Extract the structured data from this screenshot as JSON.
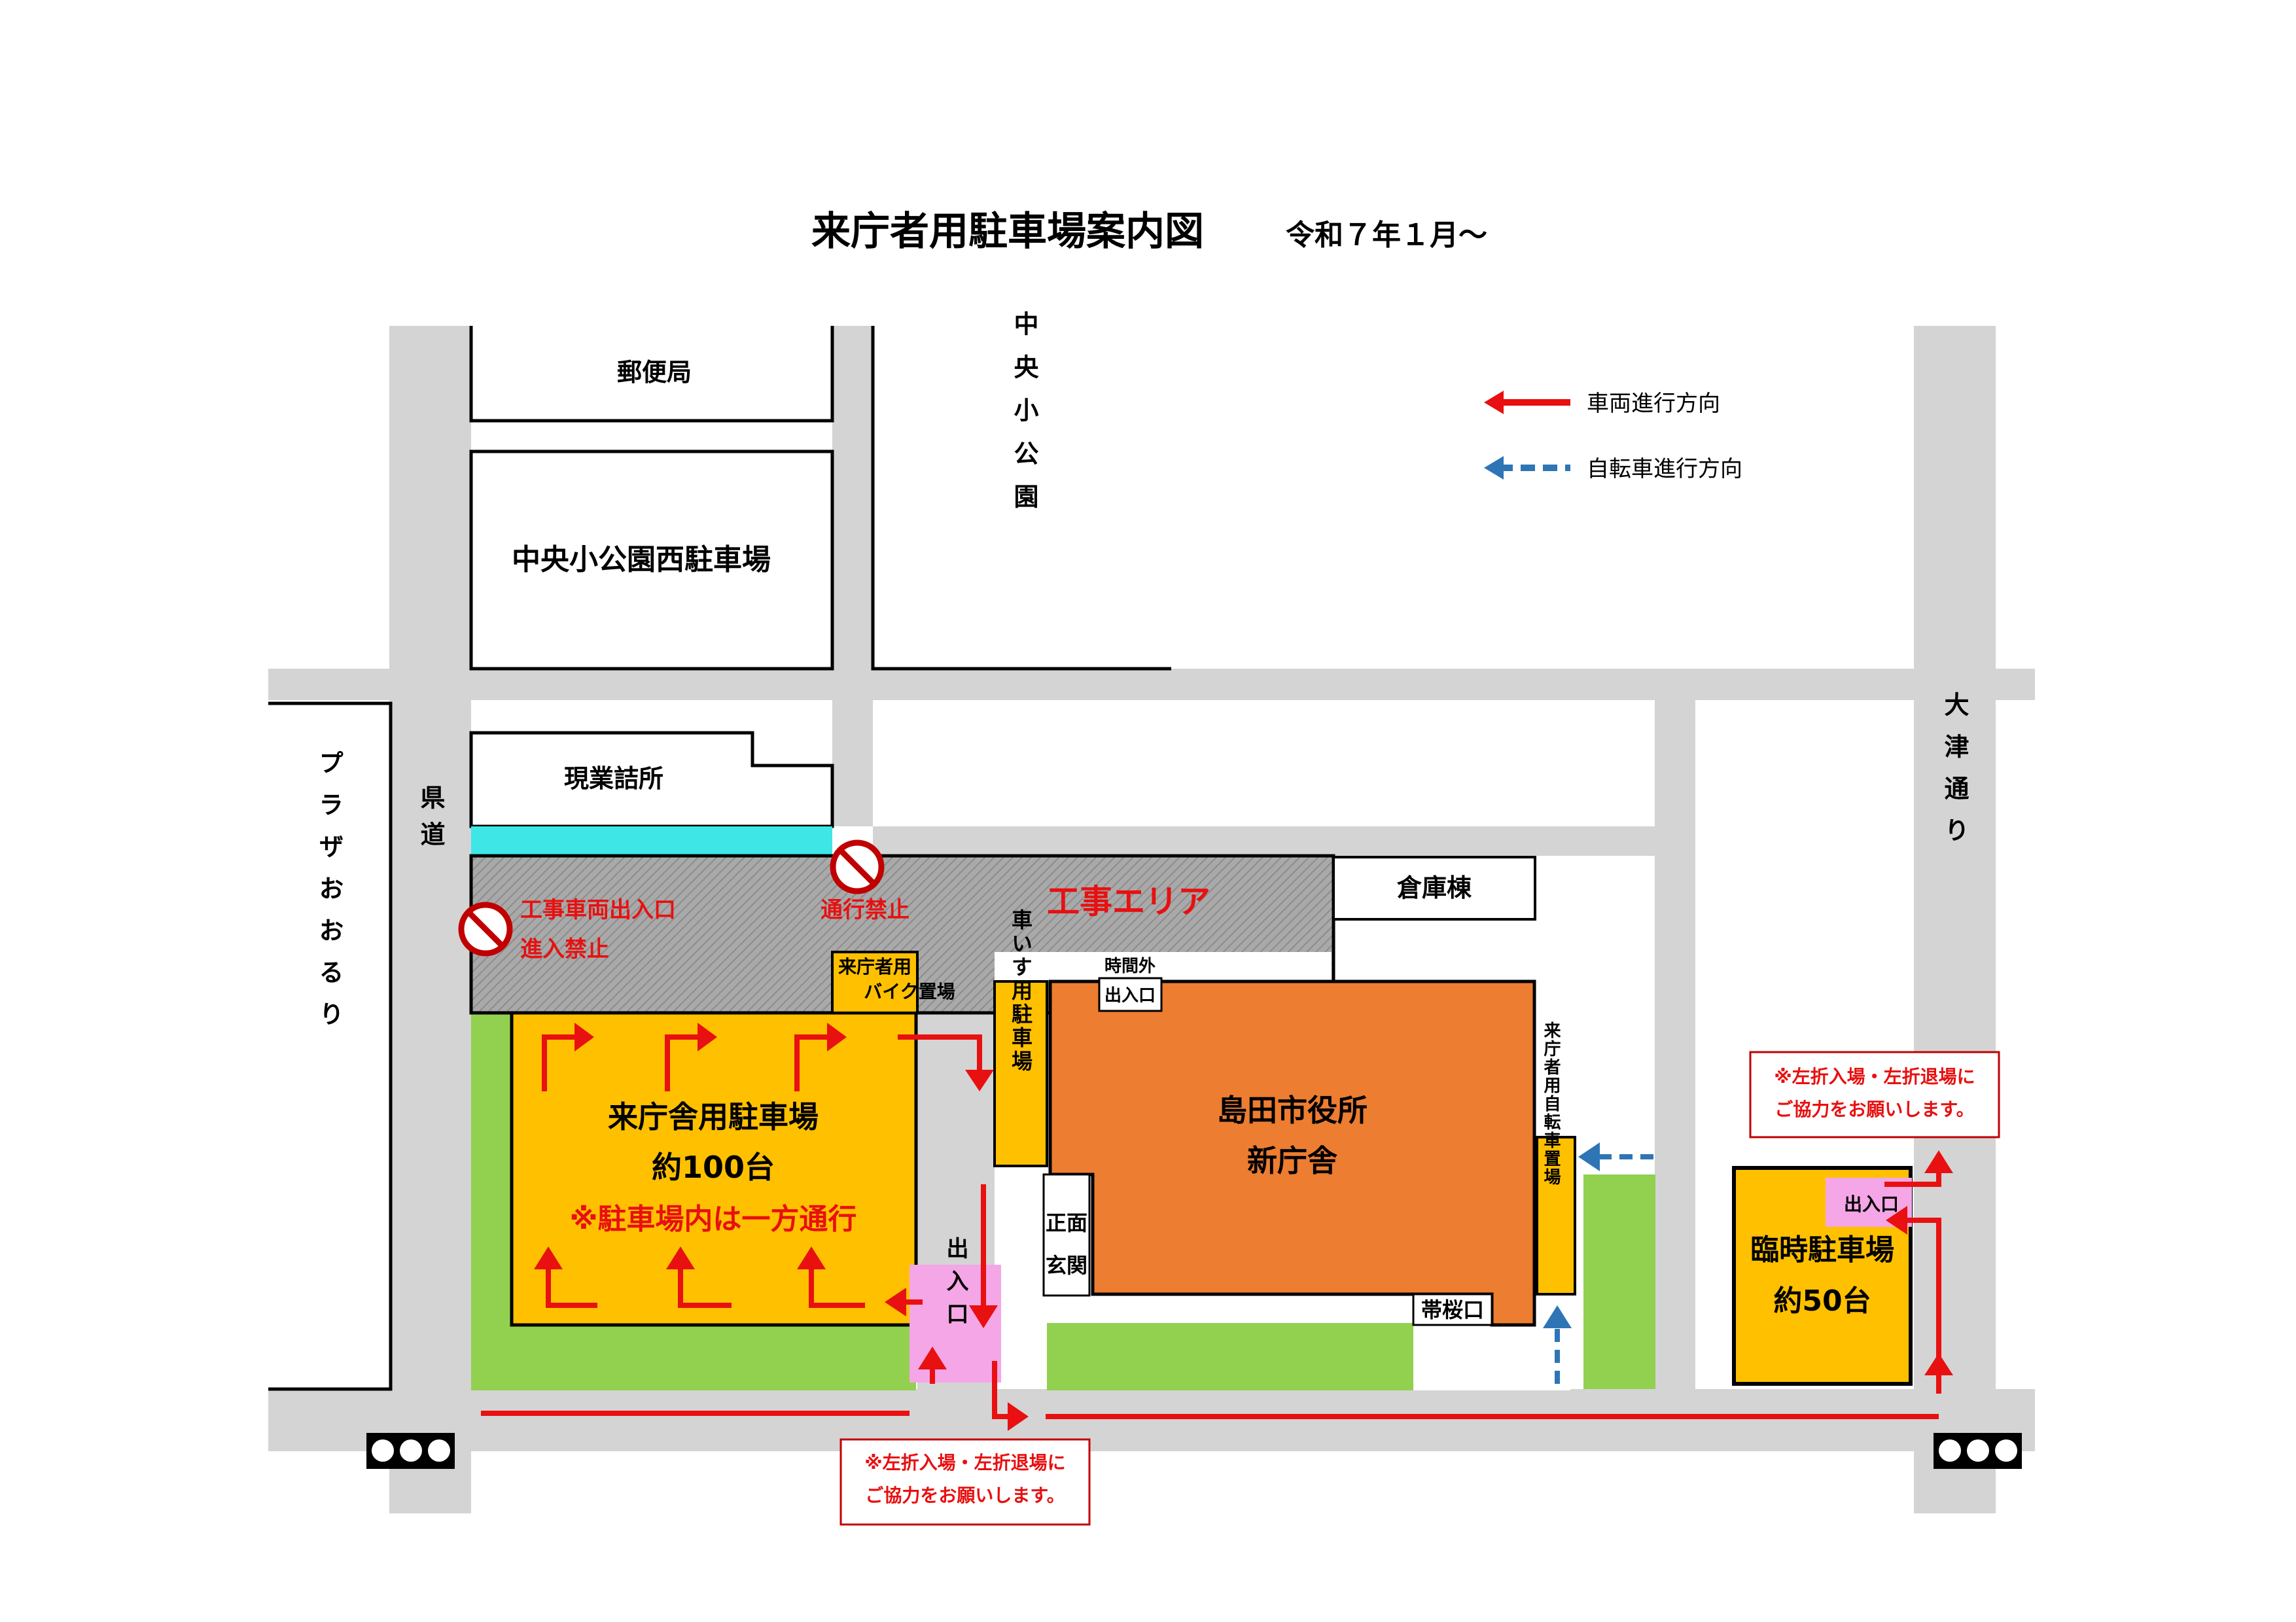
{
  "title": {
    "main": "来庁者用駐車場案内図",
    "date": "令和７年１月～"
  },
  "legend": {
    "vehicle": "車両進行方向",
    "bicycle": "自転車進行方向"
  },
  "roads": {
    "prefectural": "県道",
    "otsu": "大津通り",
    "plaza": "プラザおおるり"
  },
  "buildings": {
    "post_office": "郵便局",
    "chuo_park_west_parking": "中央小公園西駐車場",
    "chuo_park": "中央小公園",
    "genba_office": "現業詰所",
    "storage": "倉庫棟",
    "city_hall_line1": "島田市役所",
    "city_hall_line2": "新庁舎"
  },
  "construction": {
    "area": "工事エリア",
    "vehicle_gate_line1": "工事車両出入口",
    "vehicle_gate_line2": "進入禁止",
    "no_passage": "通行禁止"
  },
  "parking": {
    "main_line1": "来庁舎用駐車場",
    "main_line2": "約100台",
    "main_note": "※駐車場内は一方通行",
    "bike_line1": "来庁者用",
    "bike_line2": "バイク置場",
    "wheelchair": "車いす用駐車場",
    "bicycle": "来庁者用自転車置場",
    "temp_line1": "臨時駐車場",
    "temp_line2": "約50台"
  },
  "entrances": {
    "main_entrance": "出入口",
    "temp_entrance": "出入口",
    "after_hours_line1": "時間外",
    "after_hours_line2": "出入口",
    "front_line1": "正面",
    "front_line2": "玄関",
    "obizakura": "帯桜口"
  },
  "notes": {
    "left_turn_line1": "※左折入場・左折退場に",
    "left_turn_line2": "ご協力をお願いします。"
  },
  "colors": {
    "road": "#d4d4d4",
    "parking": "#ffc000",
    "city_hall": "#ed7d31",
    "green": "#92d050",
    "construction": "#a6a6a6",
    "cyan_strip": "#3ee6e6",
    "entrance_pink": "#f4a6e6",
    "arrow_red": "#e81010",
    "arrow_blue": "#2e75b6",
    "text_red": "#e81010"
  },
  "icons": [
    "no-entry-icon",
    "traffic-signal-icon"
  ]
}
